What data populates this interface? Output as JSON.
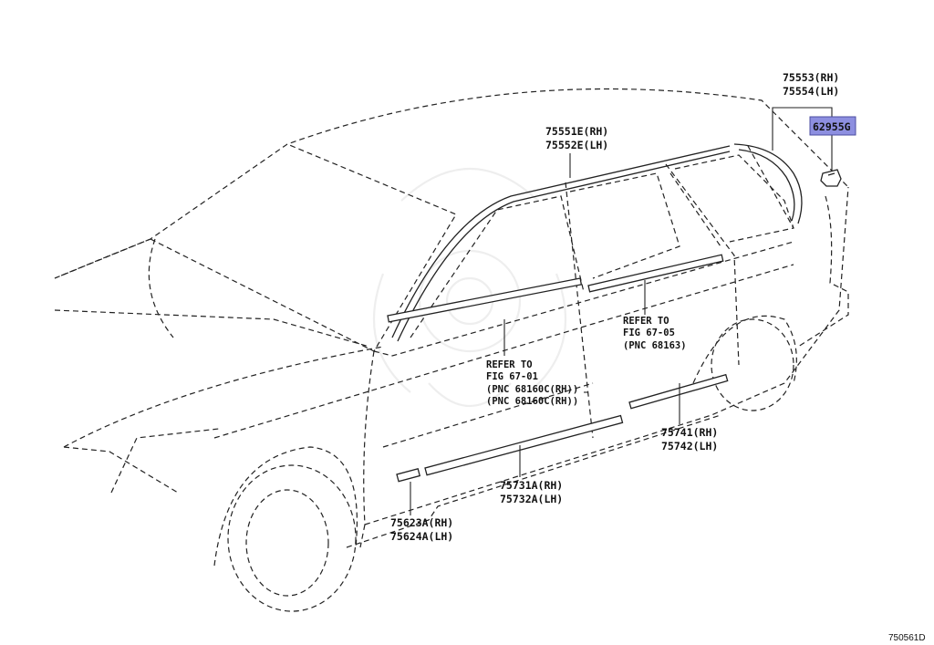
{
  "diagram_id": "750561D",
  "labels": {
    "p75553": "75553(RH)",
    "p75554": "75554(LH)",
    "p62955G": "62955G",
    "p75551E": "75551E(RH)",
    "p75552E": "75552E(LH)",
    "ref1_a": "REFER TO",
    "ref1_b": "FIG 67-01",
    "ref1_c": "(PNC 68160C(RH))",
    "ref1_d": "(PNC 68160C(RH))",
    "ref2_a": "REFER TO",
    "ref2_b": "FIG 67-05",
    "ref2_c": "(PNC 68163)",
    "p75741": "75741(RH)",
    "p75742": "75742(LH)",
    "p75731A": "75731A(RH)",
    "p75732A": "75732A(LH)",
    "p75623A": "75623A(RH)",
    "p75624A": "75624A(LH)"
  },
  "highlight_color": "#8d8fe0"
}
